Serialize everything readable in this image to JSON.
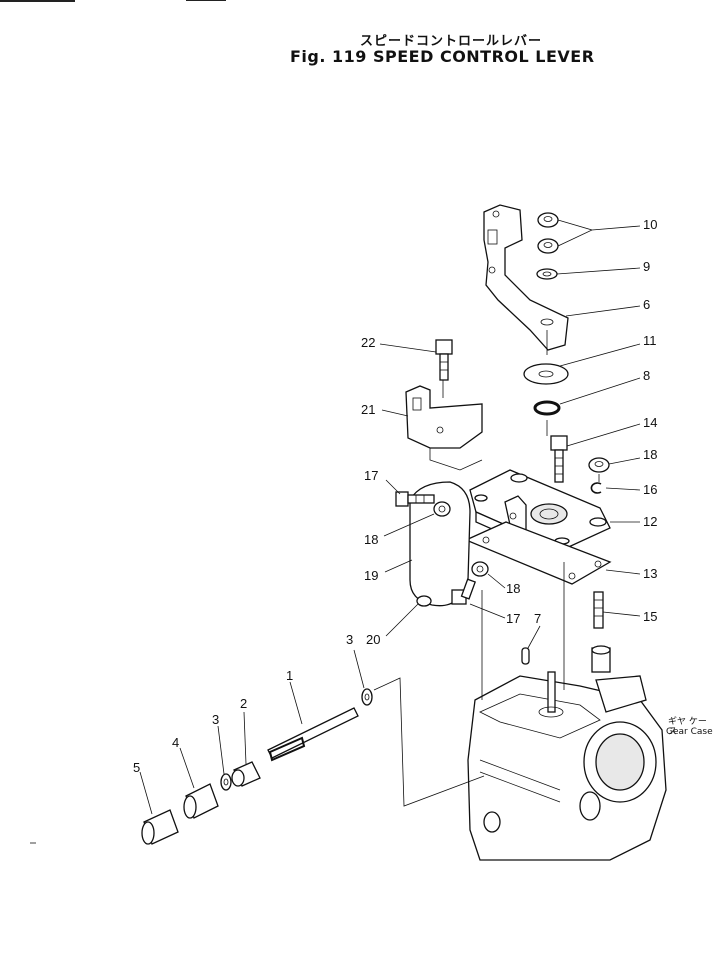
{
  "title": {
    "japanese": "スピードコントロールレバー",
    "english": "Fig. 119 SPEED CONTROL LEVER"
  },
  "gear_case": {
    "japanese": "ギヤ ケース",
    "english": "Gear Case"
  },
  "callouts": [
    "10",
    "9",
    "6",
    "22",
    "11",
    "8",
    "21",
    "14",
    "17",
    "18",
    "16",
    "12",
    "18",
    "19",
    "13",
    "18",
    "15",
    "20",
    "3",
    "17",
    "7",
    "1",
    "3",
    "2",
    "4",
    "5"
  ]
}
